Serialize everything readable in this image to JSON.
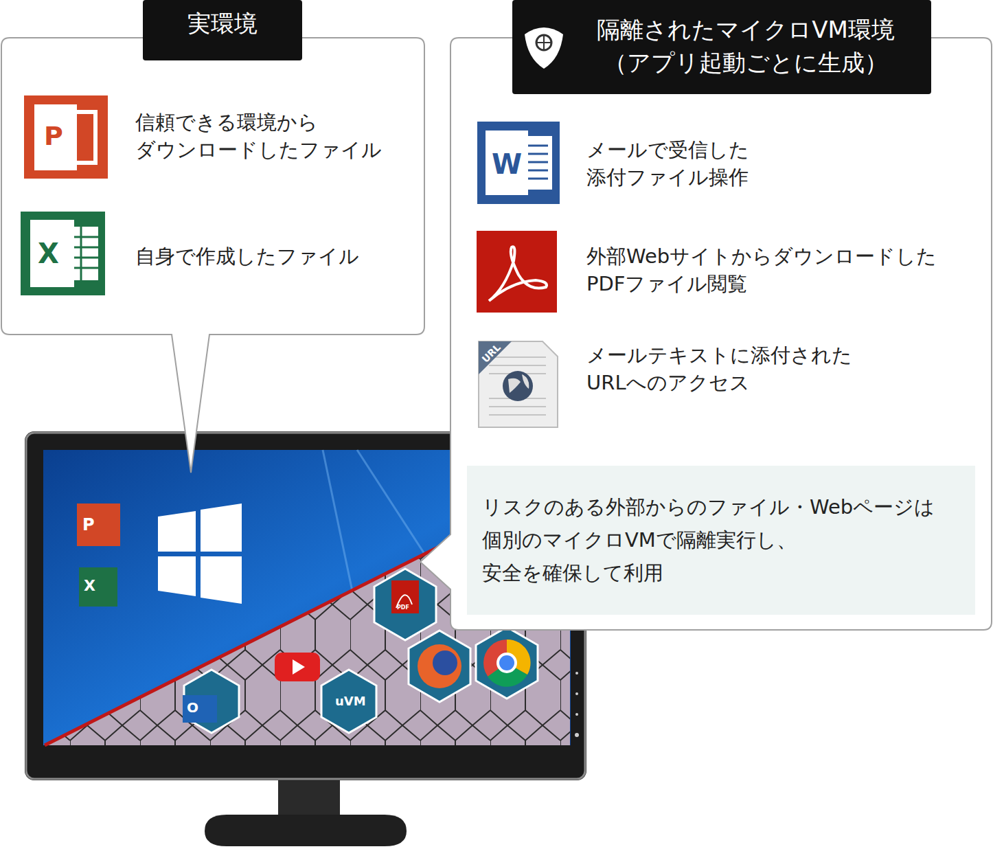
{
  "diagram": {
    "nodes": [
      {
        "text": [
          "実環境",
          "信頼できる環境から ダウンロードしたファイル",
          "自身で作成したファイル"
        ]
      },
      {
        "text": [
          "隔離されたマイクロVM環境 （アプリ起動ごとに生成）",
          "メールで受信した 添付ファイル操作",
          "外部Webサイトからダウンロードした PDFファイル閲覧",
          "メールテキストに添付された URLへのアクセス"
        ]
      },
      {
        "text": [
          "リスクのある外部からのファイル・Webページは 個別のマイクロVMで隔離実行し、 安全を確保して利用"
        ],
        "in": 1
      }
    ],
    "labels": [
      "P",
      "X",
      "W",
      "URL",
      "P",
      "X",
      "PDF",
      "O",
      "uVM"
    ]
  }
}
